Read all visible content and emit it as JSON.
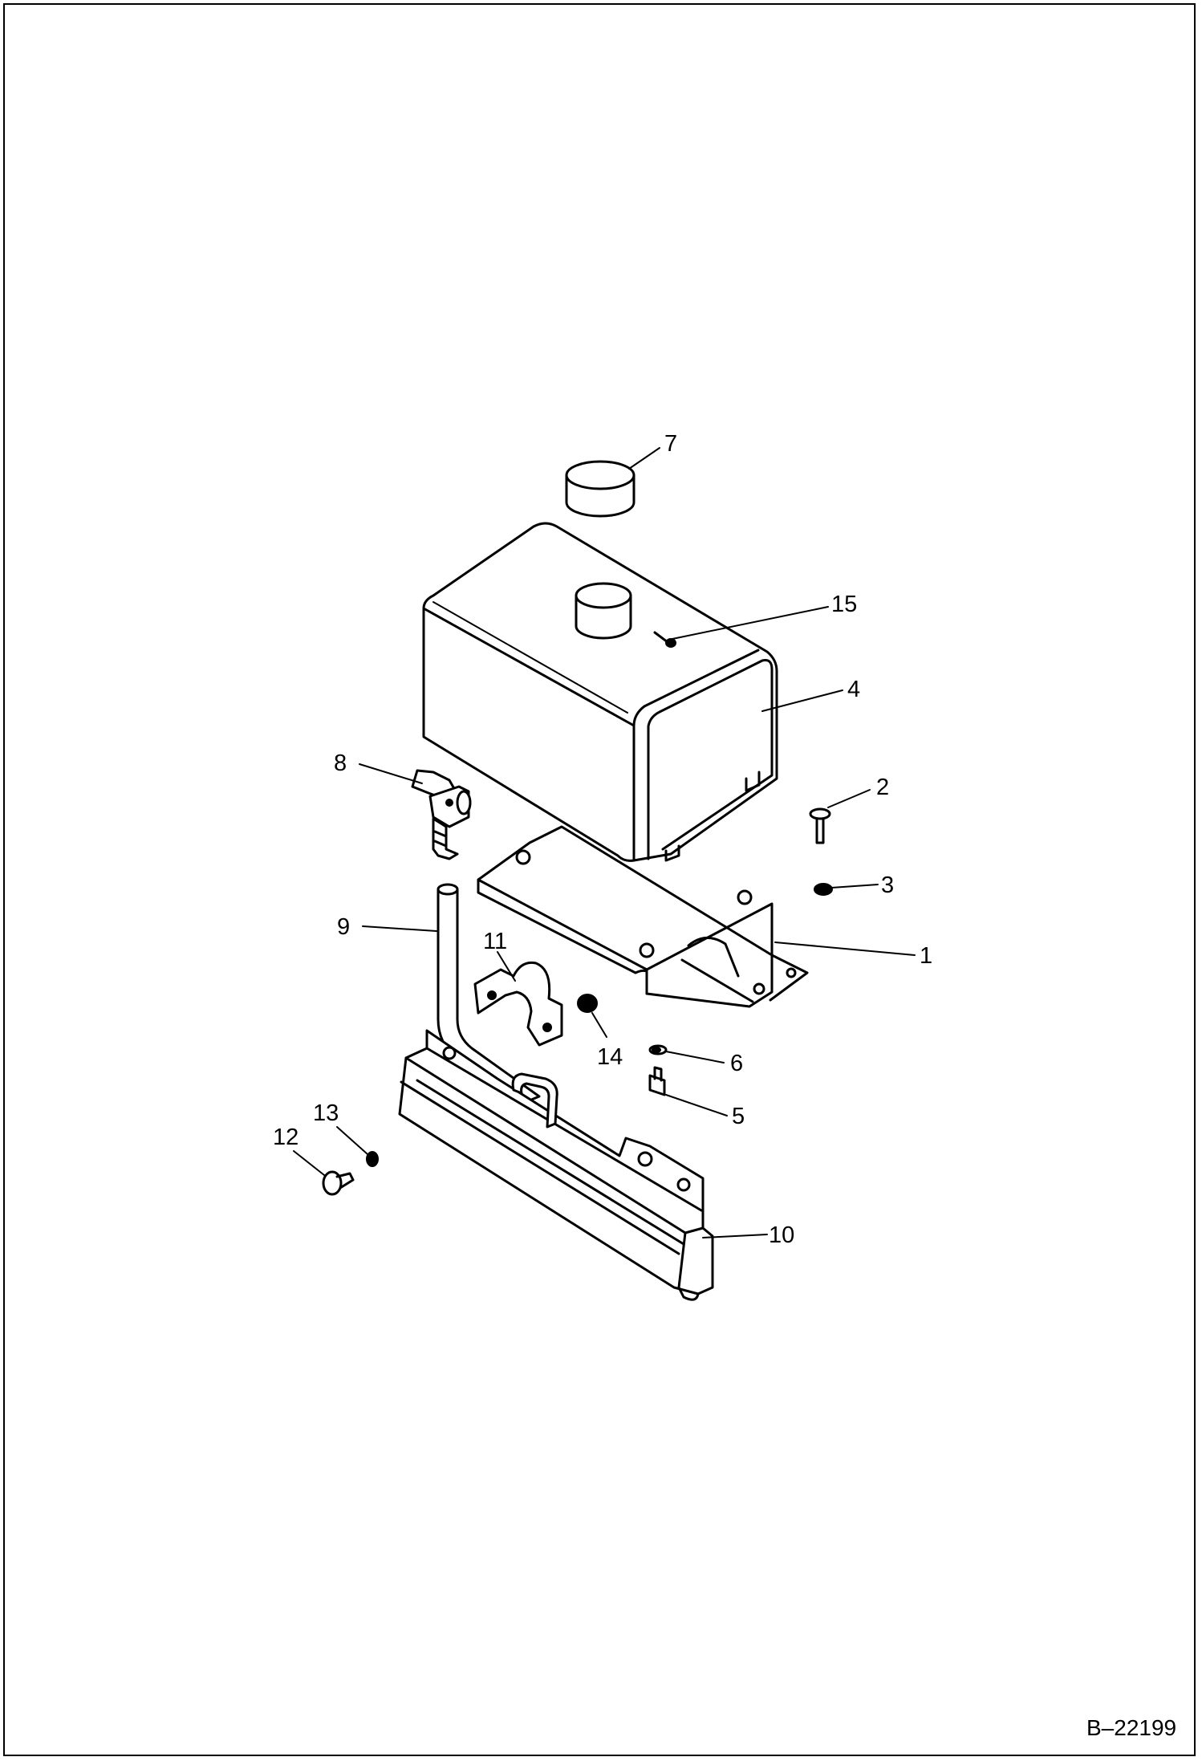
{
  "figure": {
    "reference": "B–22199"
  },
  "callouts": [
    {
      "id": "c1",
      "label": "1"
    },
    {
      "id": "c2",
      "label": "2"
    },
    {
      "id": "c3",
      "label": "3"
    },
    {
      "id": "c4",
      "label": "4"
    },
    {
      "id": "c5",
      "label": "5"
    },
    {
      "id": "c6",
      "label": "6"
    },
    {
      "id": "c7",
      "label": "7"
    },
    {
      "id": "c8",
      "label": "8"
    },
    {
      "id": "c9",
      "label": "9"
    },
    {
      "id": "c10",
      "label": "10"
    },
    {
      "id": "c11",
      "label": "11"
    },
    {
      "id": "c12",
      "label": "12"
    },
    {
      "id": "c13",
      "label": "13"
    },
    {
      "id": "c14",
      "label": "14"
    },
    {
      "id": "c15",
      "label": "15"
    }
  ],
  "colors": {
    "ink": "#000000",
    "paper": "#ffffff"
  }
}
